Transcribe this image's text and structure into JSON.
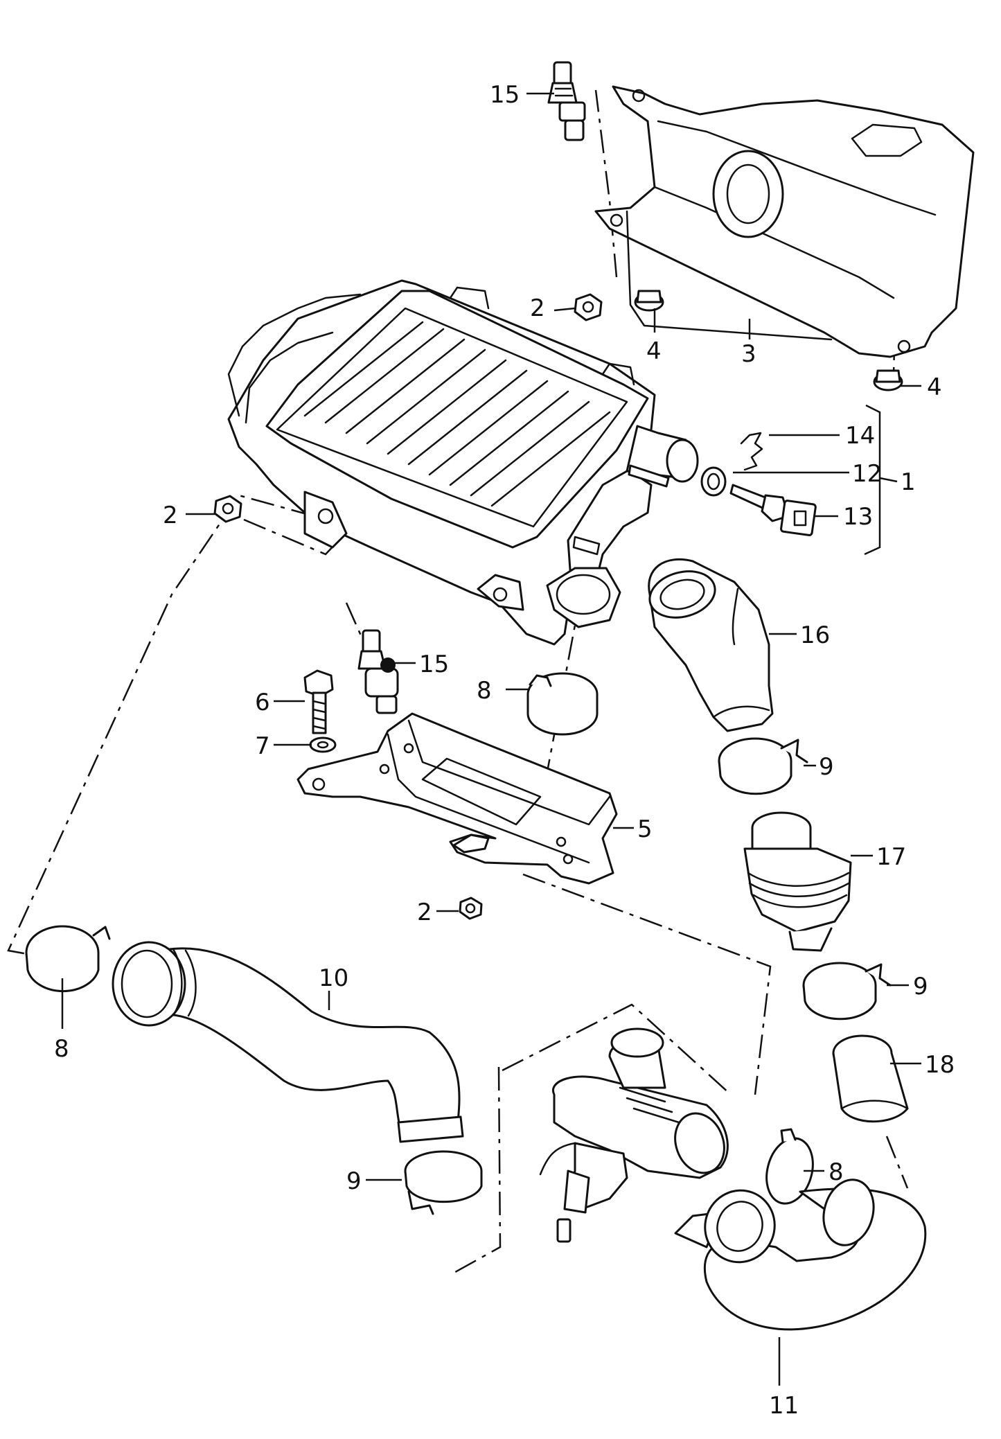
{
  "callouts": {
    "c1": "1",
    "c2a": "2",
    "c2b": "2",
    "c2c": "2",
    "c3": "3",
    "c4a": "4",
    "c4b": "4",
    "c5": "5",
    "c6": "6",
    "c7": "7",
    "c8a": "8",
    "c8b": "8",
    "c8c": "8",
    "c9a": "9",
    "c9b": "9",
    "c9c": "9",
    "c10": "10",
    "c11": "11",
    "c12": "12",
    "c13": "13",
    "c14": "14",
    "c15a": "15",
    "c15b": "15",
    "c16": "16",
    "c17": "17",
    "c18": "18"
  }
}
